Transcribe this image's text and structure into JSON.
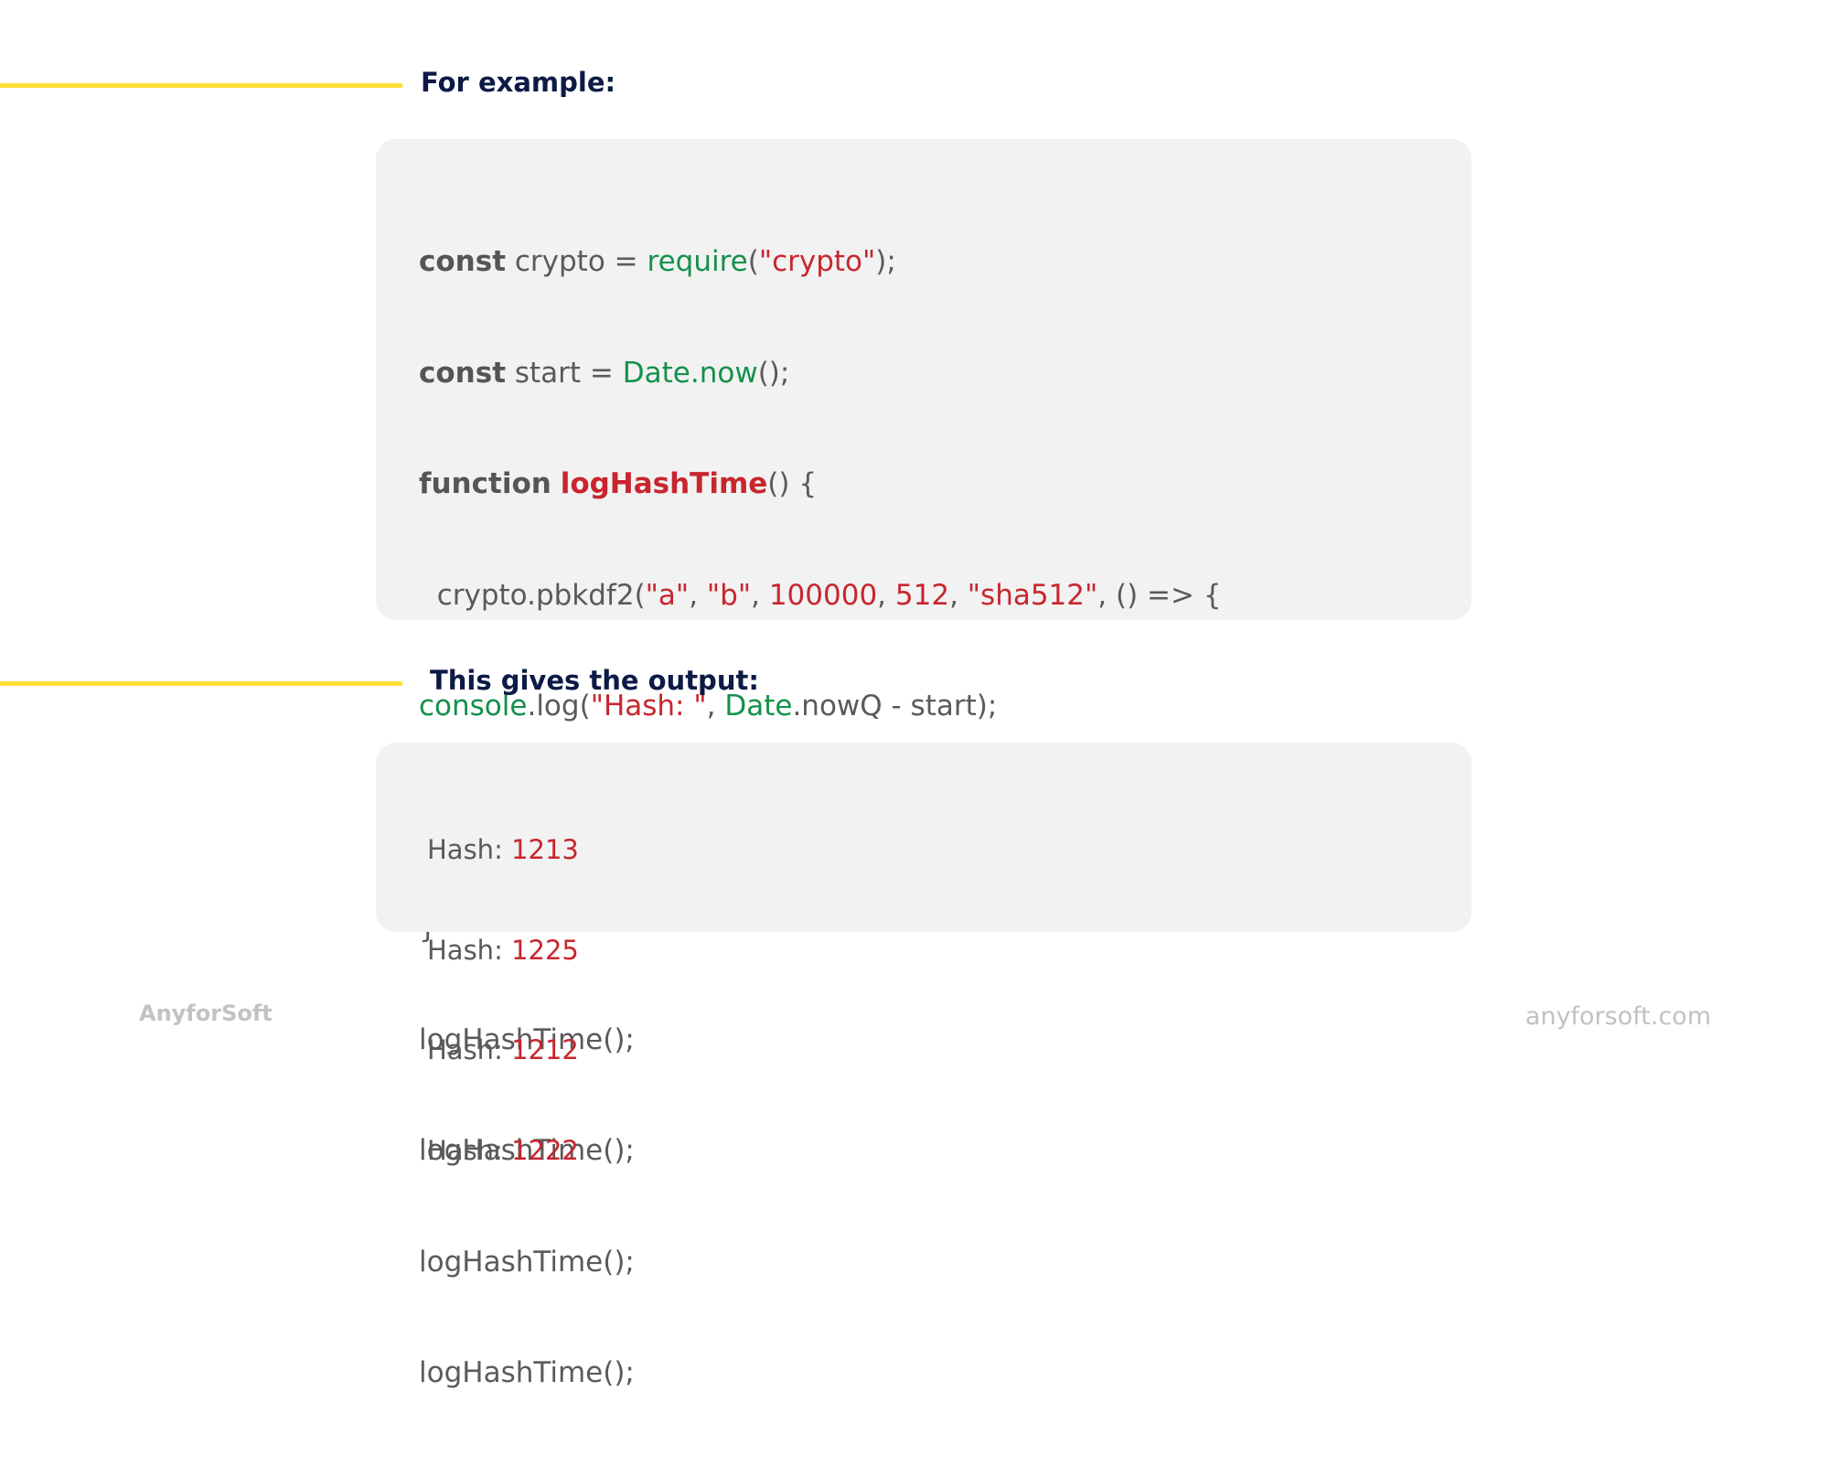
{
  "sections": {
    "example_heading": "For example:",
    "output_heading": "This gives the output:"
  },
  "code": {
    "l1": {
      "kw": "const",
      "a": " crypto = ",
      "fn": "require",
      "p1": "(",
      "s": "\"crypto\"",
      "p2": ");"
    },
    "l2": {
      "kw": "const",
      "a": " start = ",
      "fn": "Date.now",
      "p": "();"
    },
    "l3": {
      "kw": "function",
      "sp": " ",
      "name": "logHashTime",
      "rest": "() {"
    },
    "l4": {
      "a": "  crypto.pbkdf2(",
      "s1": "\"a\"",
      "c1": ", ",
      "s2": "\"b\"",
      "c2": ", ",
      "n1": "100000",
      "c3": ", ",
      "n2": "512",
      "c4": ", ",
      "s3": "\"sha512\"",
      "rest": ", () => {"
    },
    "l5": {
      "obj": "console",
      "a": ".log(",
      "s": "\"Hash: \"",
      "c": ", ",
      "fn": "Date",
      "rest": ".nowQ - start);"
    },
    "l6": "  });",
    "l7": "}",
    "calls": [
      "logHashTime();",
      "logHashTime();",
      "logHashTime();",
      "logHashTime();"
    ]
  },
  "output": [
    {
      "label": "Hash: ",
      "value": "1213"
    },
    {
      "label": "Hash: ",
      "value": "1225"
    },
    {
      "label": "Hash: ",
      "value": "1212"
    },
    {
      "label": "Hash: ",
      "value": "1222"
    }
  ],
  "footer": {
    "brand": "AnyforSoft",
    "url": "anyforsoft.com"
  },
  "colors": {
    "rule": "#ffe033",
    "heading": "#0c1a45",
    "panel": "#f2f2f2",
    "code_text": "#5a5a5a",
    "code_green": "#14914a",
    "code_red": "#c8262e",
    "footer": "#c2c2c2"
  }
}
